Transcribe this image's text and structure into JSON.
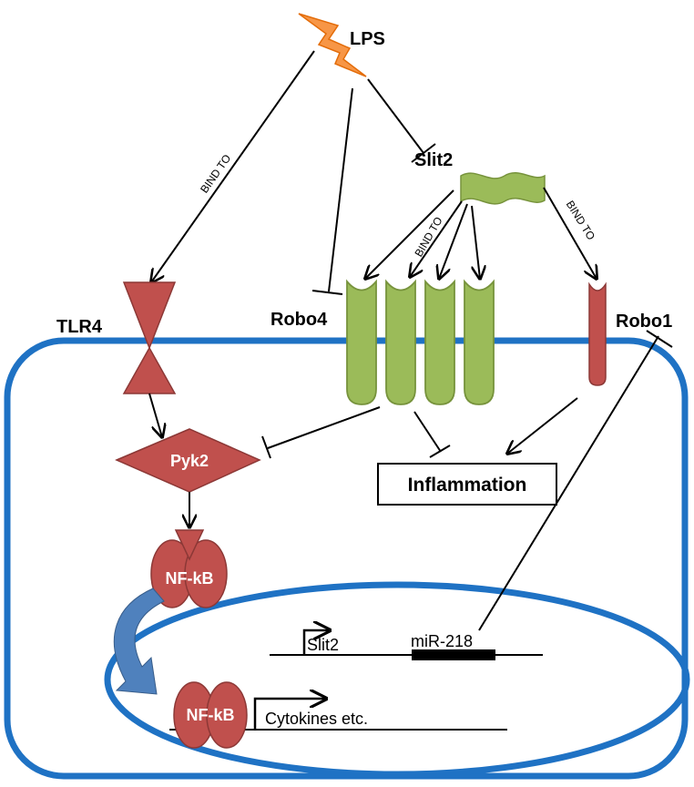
{
  "labels": {
    "lps": "LPS",
    "slit2": "Slit2",
    "tlr4": "TLR4",
    "robo4": "Robo4",
    "robo1": "Robo1",
    "pyk2": "Pyk2",
    "nfkb_cytoplasm": "NF-kB",
    "nfkb_nucleus": "NF-kB",
    "inflammation": "Inflammation",
    "gene_slit2": "Slit2",
    "gene_mir218": "miR-218",
    "gene_cytokines": "Cytokines  etc.",
    "bind_to_1": "BIND TO",
    "bind_to_2": "BIND TO",
    "bind_to_3": "BIND TO"
  },
  "colors": {
    "membrane": "#1f72c4",
    "green_fill": "#9bbb59",
    "green_stroke": "#77933c",
    "red_fill": "#c0504d",
    "red_stroke": "#8c3836",
    "lps_fill": "#f79646",
    "lps_stroke": "#e36c09",
    "translocation_arrow": "#4f81bd"
  }
}
